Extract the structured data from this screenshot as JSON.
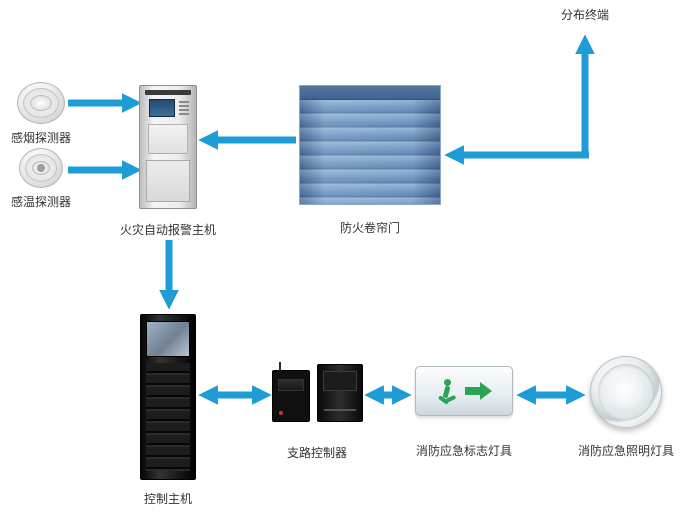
{
  "nodes": {
    "distributed_terminal": {
      "label": "分布终端"
    },
    "smoke_detector": {
      "label": "感烟探测器"
    },
    "heat_detector": {
      "label": "感温探测器"
    },
    "fire_alarm_host": {
      "label": "火灾自动报警主机"
    },
    "fire_shutter_door": {
      "label": "防火卷帘门"
    },
    "control_host": {
      "label": "控制主机"
    },
    "branch_controller": {
      "label": "支路控制器"
    },
    "emergency_sign_light": {
      "label": "消防应急标志灯具"
    },
    "emergency_lighting": {
      "label": "消防应急照明灯具"
    }
  },
  "edges": [
    {
      "from": "smoke_detector",
      "to": "fire_alarm_host",
      "arrow": "one-way"
    },
    {
      "from": "heat_detector",
      "to": "fire_alarm_host",
      "arrow": "one-way"
    },
    {
      "from": "fire_shutter_door",
      "to": "fire_alarm_host",
      "arrow": "one-way"
    },
    {
      "from": "right_riser",
      "to": "fire_shutter_door",
      "arrow": "one-way"
    },
    {
      "from": "right_riser",
      "to": "distributed_terminal",
      "arrow": "one-way"
    },
    {
      "from": "fire_alarm_host",
      "to": "control_host",
      "arrow": "one-way"
    },
    {
      "from": "control_host",
      "to": "branch_controller",
      "arrow": "two-way"
    },
    {
      "from": "branch_controller",
      "to": "emergency_sign_light",
      "arrow": "two-way"
    },
    {
      "from": "emergency_sign_light",
      "to": "emergency_lighting",
      "arrow": "two-way"
    }
  ],
  "colors": {
    "arrow": "#1e9cd6",
    "door_blue": "#5d88b6",
    "sign_green": "#2aa355"
  }
}
